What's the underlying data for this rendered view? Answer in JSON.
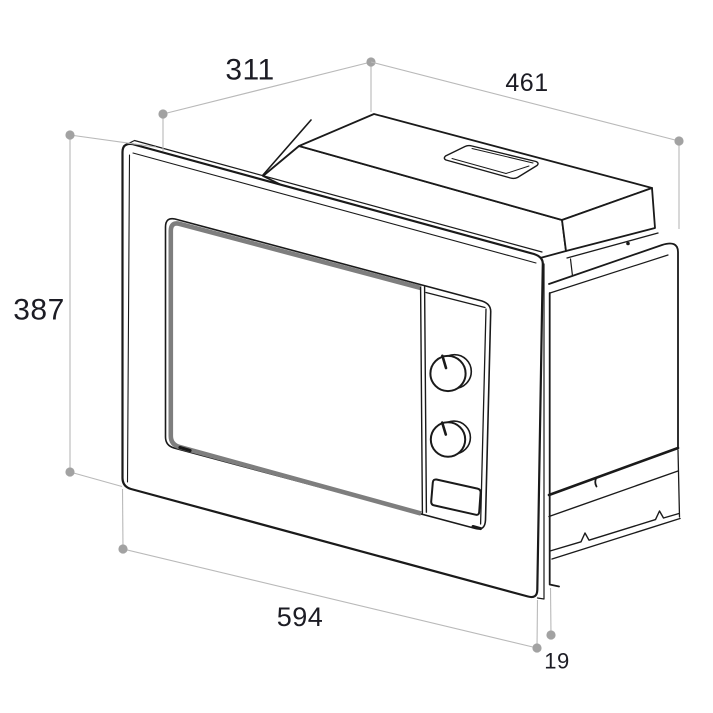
{
  "dimensions": {
    "top_depth": {
      "label": "311"
    },
    "top_width": {
      "label": "461"
    },
    "left_height": {
      "label": "387"
    },
    "bottom_width": {
      "label": "594"
    },
    "frame_offset": {
      "label": "19"
    }
  },
  "colors": {
    "background": "#ffffff",
    "drawing_line": "#1a1a1a",
    "window_seal": "#7e7e7e",
    "knob_shade": "#ababab",
    "dimension_line": "#b9b9b9",
    "dimension_dot": "#a2a2a2",
    "label_text": "#1c1c24"
  }
}
